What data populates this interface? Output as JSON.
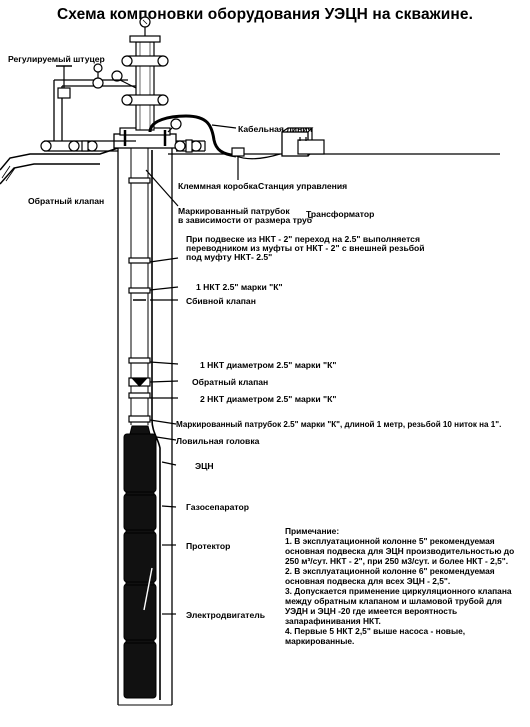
{
  "title": "Схема компоновки оборудования УЭЦН на скважине.",
  "labels": {
    "choke": "Регулируемый штуцер",
    "check_valve_surface": "Обратный клапан",
    "cable_line": "Кабельная линия",
    "junction_box": "Клеммная коробка",
    "control_station": "Станция управления",
    "transformer": "Трансформатор",
    "marked_pipe_top_1": "Маркированный патрубок",
    "marked_pipe_top_2": "в зависимости от размера труб",
    "hang_note_1": "При подвеске из НКТ - 2\" переход на 2.5\" выполняется",
    "hang_note_2": "переводником из муфты от НКТ - 2\" с внешней резьбой",
    "hang_note_3": "под муфту НКТ- 2.5\"",
    "nkt1_k": "1 НКТ 2.5\" марки \"К\"",
    "drain_valve": "Сбивной клапан",
    "nkt1_diam": "1 НКТ диаметром 2.5\" марки \"К\"",
    "check_valve_downhole": "Обратный клапан",
    "nkt2_diam": "2 НКТ диаметром 2.5\" марки \"К\"",
    "marked_pipe_bottom": "Маркированный патрубок 2.5\" марки \"К\", длиной 1 метр, резьбой 10 ниток на 1\".",
    "fishing_head": "Ловильная головка",
    "pump": "ЭЦН",
    "gas_separator": "Газосепаратор",
    "protector": "Протектор",
    "motor": "Электродвигатель"
  },
  "note": {
    "heading": "Примечание:",
    "items": [
      "1. В эксплуатационной колонне 5\" рекомендуемая основная подвеска для ЭЦН производительностью до 250 м³/сут. НКТ - 2\", при 250 м3/сут. и более НКТ - 2,5\".",
      "2. В эксплуатационной колонне 6\" рекомендуемая основная подвеска для всех ЭЦН - 2,5\".",
      "3. Допускается применение циркуляционного клапана между обратным клапаном и шламовой трубой для УЭДН и ЭЦН -20 где имеется вероятность запарафинивания НКТ.",
      "4. Первые 5 НКТ 2,5\" выше насоса - новые, маркированные."
    ]
  }
}
